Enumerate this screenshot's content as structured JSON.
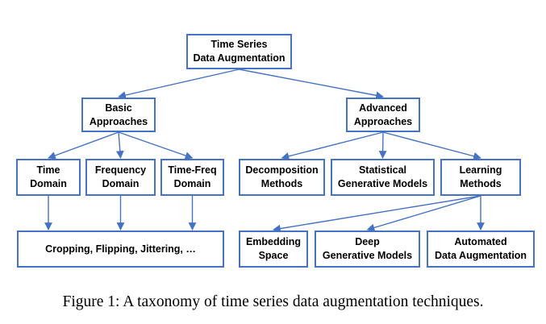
{
  "diagram": {
    "line_color": "#4472c4",
    "nodes": {
      "root": "Time Series\nData Augmentation",
      "basic": "Basic\nApproaches",
      "advanced": "Advanced\nApproaches",
      "time": "Time\nDomain",
      "frequency": "Frequency\nDomain",
      "timefreq": "Time-Freq\nDomain",
      "decomposition": "Decomposition\nMethods",
      "statistical": "Statistical\nGenerative Models",
      "learning": "Learning\nMethods",
      "cropping": "Cropping, Flipping, Jittering, …",
      "embedding": "Embedding\nSpace",
      "deep": "Deep\nGenerative Models",
      "automated": "Automated\nData Augmentation"
    },
    "edges": [
      [
        "root",
        "basic"
      ],
      [
        "root",
        "advanced"
      ],
      [
        "basic",
        "time"
      ],
      [
        "basic",
        "frequency"
      ],
      [
        "basic",
        "timefreq"
      ],
      [
        "advanced",
        "decomposition"
      ],
      [
        "advanced",
        "statistical"
      ],
      [
        "advanced",
        "learning"
      ],
      [
        "time",
        "cropping"
      ],
      [
        "frequency",
        "cropping"
      ],
      [
        "timefreq",
        "cropping"
      ],
      [
        "learning",
        "embedding"
      ],
      [
        "learning",
        "deep"
      ],
      [
        "learning",
        "automated"
      ]
    ]
  },
  "caption": "Figure 1: A taxonomy of time series data augmentation techniques."
}
